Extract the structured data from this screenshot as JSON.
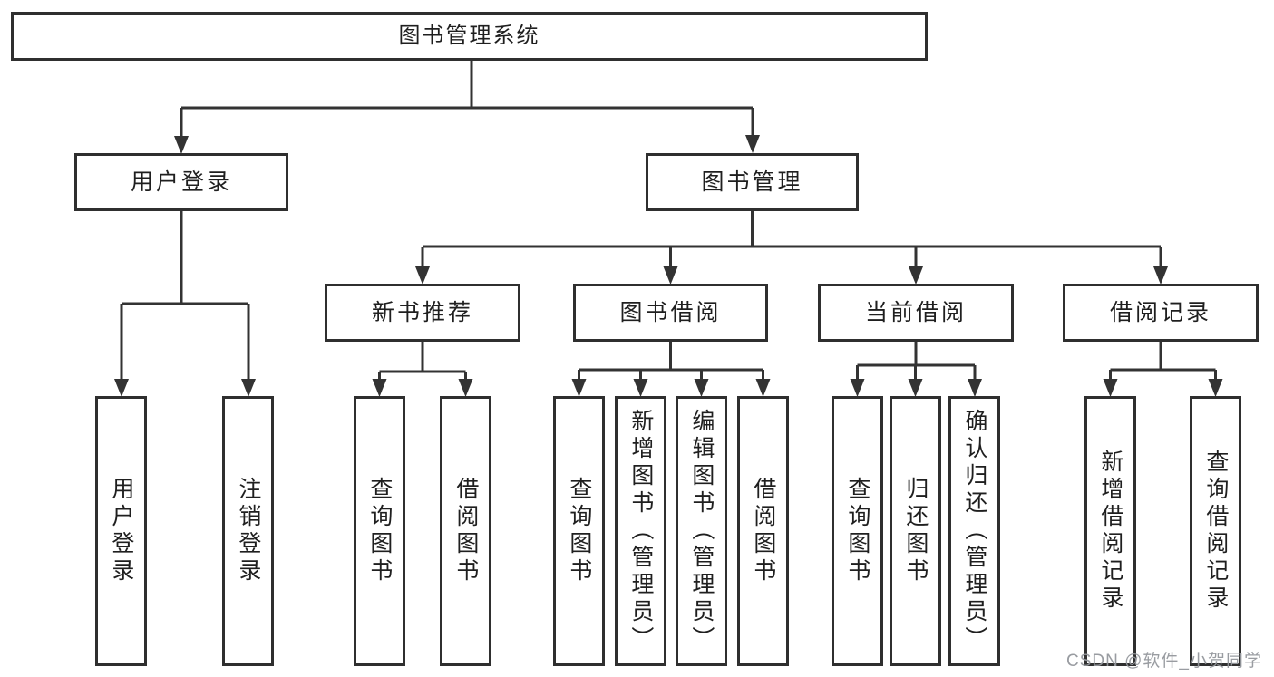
{
  "diagram": {
    "root": {
      "label": "图书管理系统"
    },
    "level2": [
      {
        "label": "用户登录",
        "children": [
          {
            "label": "用户登录"
          },
          {
            "label": "注销登录"
          }
        ]
      },
      {
        "label": "图书管理",
        "children": [
          {
            "label": "新书推荐",
            "children": [
              {
                "label": "查询图书"
              },
              {
                "label": "借阅图书"
              }
            ]
          },
          {
            "label": "图书借阅",
            "children": [
              {
                "label": "查询图书"
              },
              {
                "label": "新增图书（管理员）"
              },
              {
                "label": "编辑图书（管理员）"
              },
              {
                "label": "借阅图书"
              }
            ]
          },
          {
            "label": "当前借阅",
            "children": [
              {
                "label": "查询图书"
              },
              {
                "label": "归还图书"
              },
              {
                "label": "确认归还（管理员）"
              }
            ]
          },
          {
            "label": "借阅记录",
            "children": [
              {
                "label": "新增借阅记录"
              },
              {
                "label": "查询借阅记录"
              }
            ]
          }
        ]
      }
    ],
    "watermark": "CSDN @软件_小贺同学",
    "colors": {
      "line": "#333333",
      "border": "#2f2f2f",
      "text": "#1f1f1f",
      "watermark": "#94979c",
      "background": "#ffffff"
    }
  }
}
